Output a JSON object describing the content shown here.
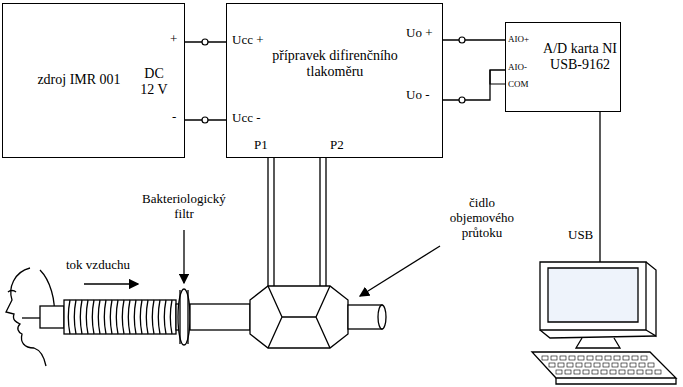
{
  "diagram": {
    "nodes": [
      {
        "text": [
          "zdroj IMR 001",
          "DC 12 V"
        ]
      },
      {
        "text": [
          "přípravek difirenčního tlakoměru"
        ]
      },
      {
        "text": [
          "A/D karta NI USB-9162"
        ]
      }
    ],
    "edges": [
      {
        "from": 0,
        "to": 1,
        "arrow": "none"
      },
      {
        "from": 0,
        "to": 1,
        "arrow": "none"
      },
      {
        "from": 1,
        "to": 2,
        "arrow": "none"
      },
      {
        "from": 1,
        "to": 2,
        "arrow": "none"
      }
    ],
    "labels": [
      "+",
      "-",
      "Ucc +",
      "Ucc -",
      "Uo +",
      "Uo -",
      "P1",
      "P2",
      "AIO+",
      "AIO-",
      "COM",
      "USB",
      "tok vzduchu",
      "Bakteriologický filtr",
      "čidlo objemového průtoku"
    ]
  }
}
